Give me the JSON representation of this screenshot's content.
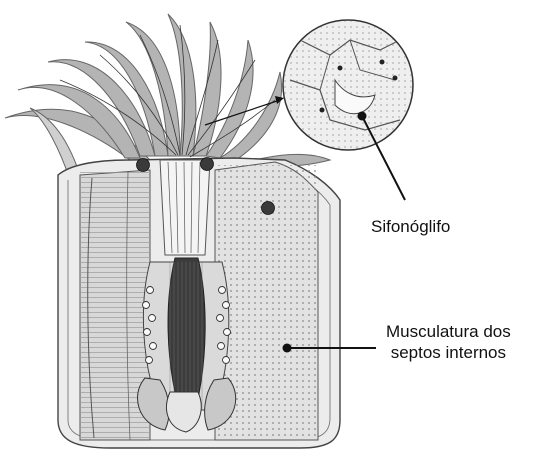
{
  "labels": {
    "siphonoglyph": "Sifonóglifo",
    "muscle_line1": "Musculatura dos",
    "muscle_line2": "septos internos"
  },
  "colors": {
    "ink": "#111111",
    "tentacle": "#b4b4b4",
    "body_light": "#ececec",
    "body_mid": "#cfcfcf",
    "dark": "#3c3c3c"
  },
  "icons": {
    "pointer_dot": "filled-circle"
  }
}
